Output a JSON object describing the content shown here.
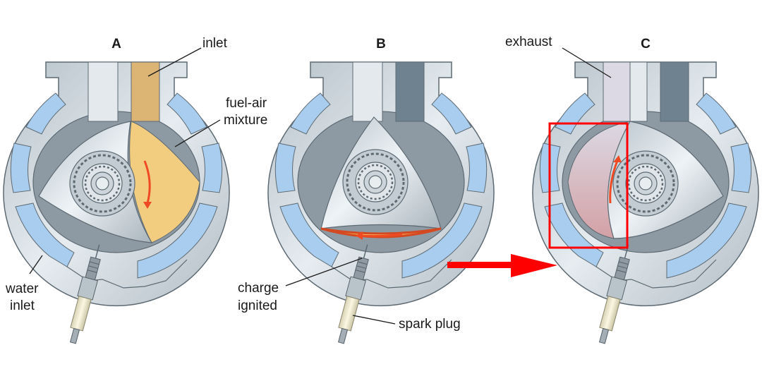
{
  "title": "Rotary (Wankel) engine cycle",
  "panels": [
    {
      "letter": "A",
      "stage": "intake",
      "rotation_direction": "clockwise"
    },
    {
      "letter": "B",
      "stage": "ignition",
      "rotation_direction": "clockwise"
    },
    {
      "letter": "C",
      "stage": "exhaust",
      "rotation_direction": "clockwise"
    }
  ],
  "labels": {
    "inlet": "inlet",
    "fuel_air_1": "fuel-air",
    "fuel_air_2": "mixture",
    "water_1": "water",
    "water_2": "inlet",
    "charge_1": "charge",
    "charge_2": "ignited",
    "spark_plug": "spark plug",
    "exhaust": "exhaust"
  },
  "colors": {
    "housing": "#c9d3db",
    "housing_dark": "#8e9aa3",
    "port_dark": "#6e8290",
    "coolant": "#a9cdee",
    "mixture": "#f2cc7f",
    "inlet_port": "#dcb474",
    "exhaust_gas": "#d6a9ae",
    "exhaust_port": "#dcd9e4",
    "rotor": "#dfe6eb",
    "arrow": "#ff0000",
    "rotation_arrow": "#ef4a23"
  }
}
